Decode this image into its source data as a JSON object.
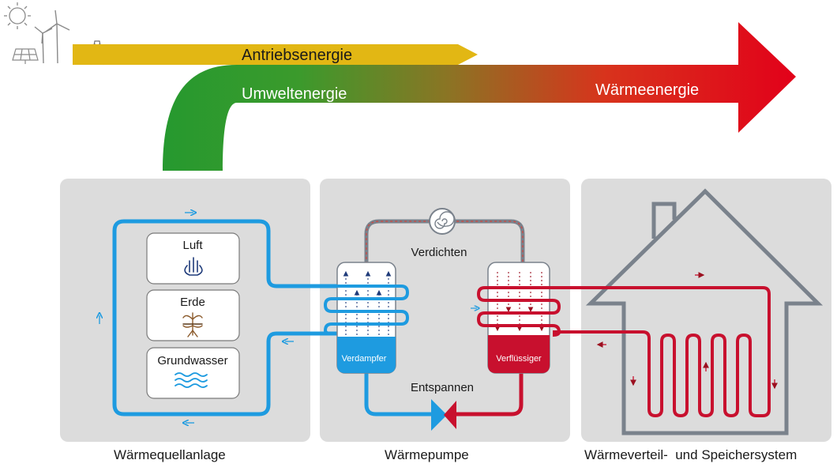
{
  "energy": {
    "drive": "Antriebsenergie",
    "environment": "Umweltenergie",
    "heat": "Wärmeenergie"
  },
  "source": {
    "title": "Wärmequellanlage",
    "items": [
      "Luft",
      "Erde",
      "Grundwasser"
    ]
  },
  "pump": {
    "title": "Wärmepumpe",
    "compress": "Verdichten",
    "expand": "Entspannen",
    "evaporator": "Verdampfer",
    "condenser": "Verflüssiger"
  },
  "distribution": {
    "title": "Wärmeverteil-  und Speichersystem"
  },
  "colors": {
    "yellow": "#e2b714",
    "green": "#2a9a34",
    "red": "#e2001a",
    "blue": "#1e9be0",
    "navy": "#1f3b7a",
    "gray_panel": "#dcdcdc",
    "pipe_gray": "#7a828c"
  }
}
